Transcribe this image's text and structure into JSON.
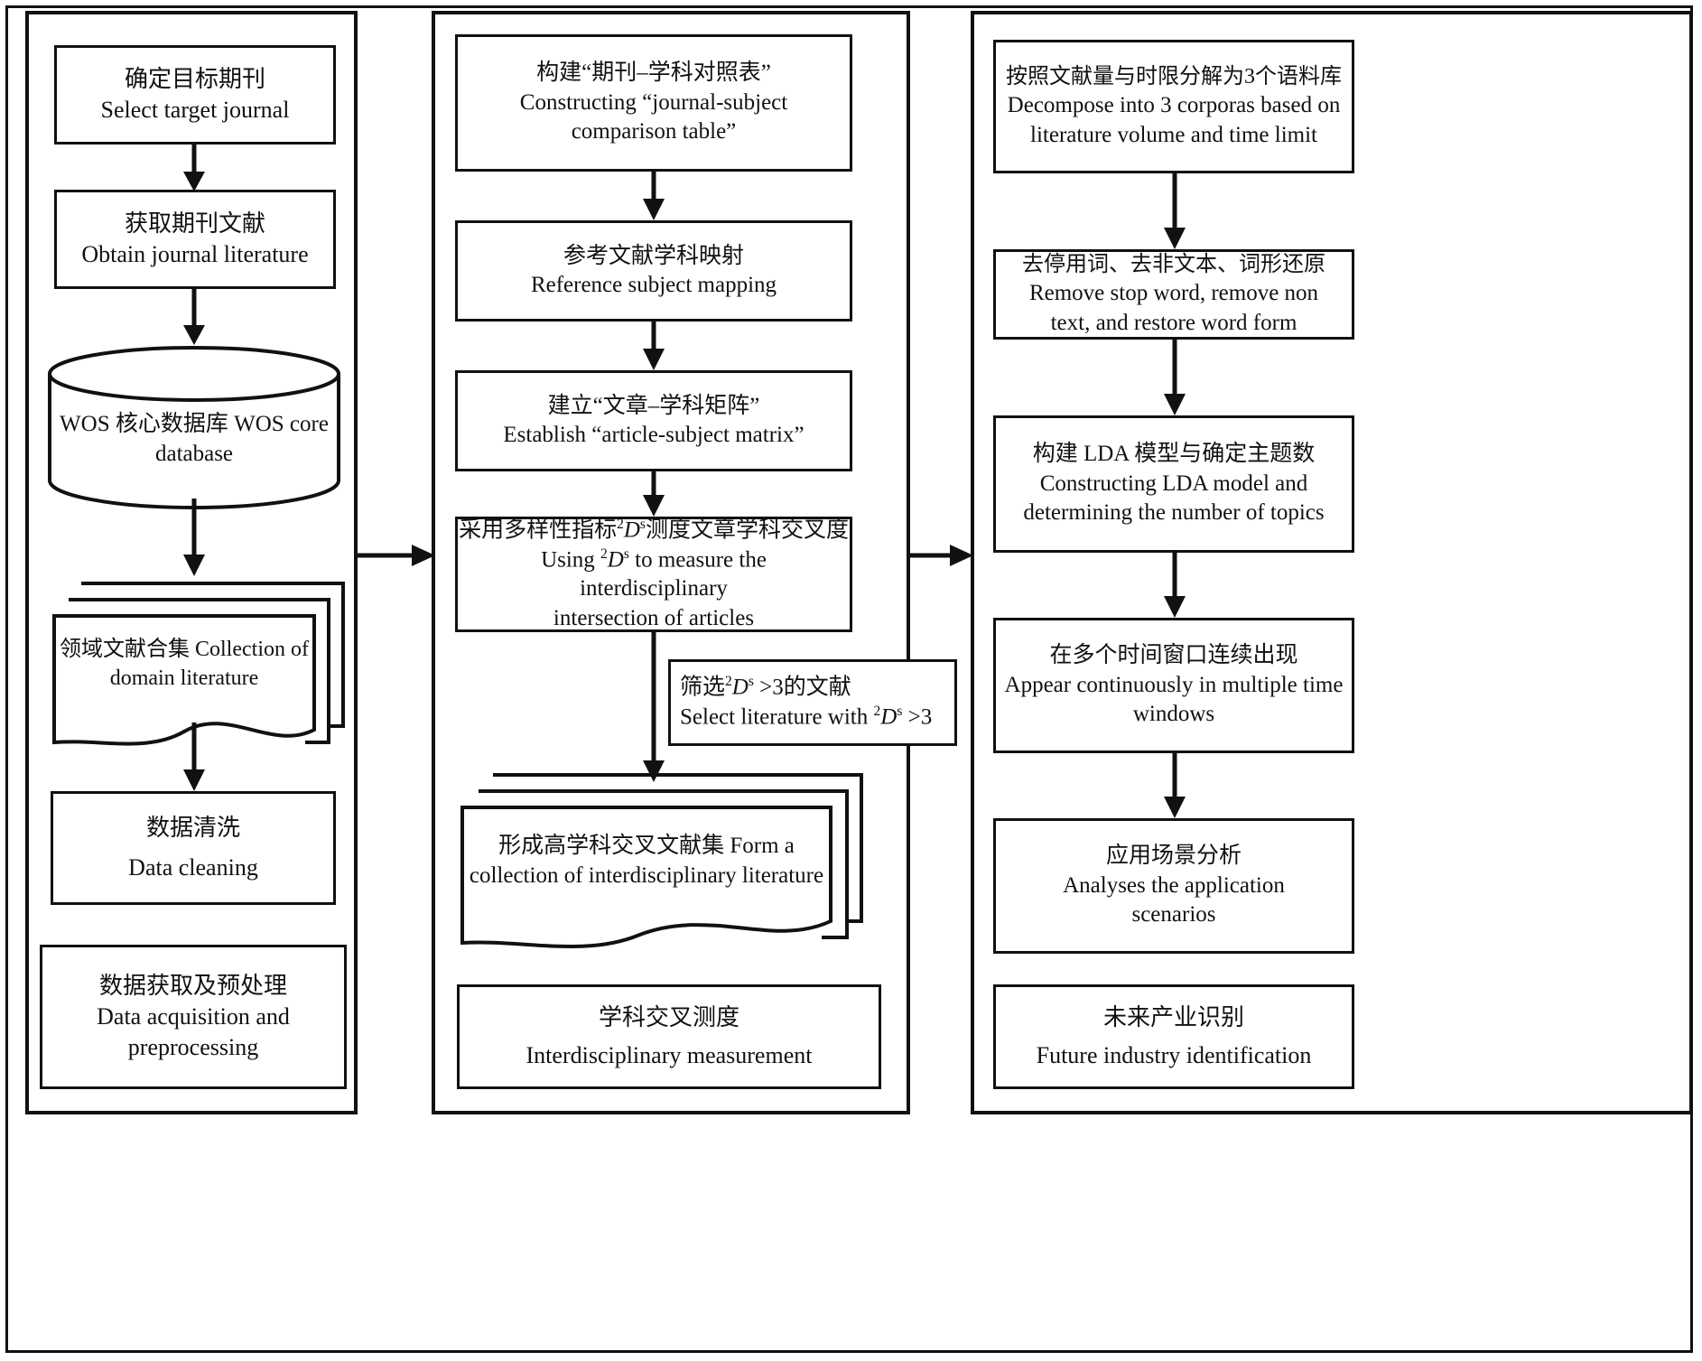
{
  "diagram": {
    "title": "Research framework flowchart",
    "columns": [
      {
        "id": "data-acquisition",
        "caption_cn": "数据获取及预处理",
        "caption_en_line1": "Data acquisition and",
        "caption_en_line2": "preprocessing",
        "nodes": [
          {
            "cn": "确定目标期刊",
            "en": "Select target journal"
          },
          {
            "cn": "获取期刊文献",
            "en": "Obtain journal literature"
          },
          {
            "cn": "WOS 核心数据库",
            "en": "WOS core database"
          },
          {
            "cn": "领域文献合集",
            "en_line1": "Collection of domain",
            "en_line2": "literature"
          },
          {
            "cn": "数据清洗",
            "en": "Data cleaning"
          }
        ]
      },
      {
        "id": "interdisciplinary-measurement",
        "caption_cn": "学科交叉测度",
        "caption_en": "Interdisciplinary measurement",
        "nodes": [
          {
            "cn": "构建“期刊–学科对照表”",
            "en_line1": "Constructing “journal-subject",
            "en_line2": "comparison table”"
          },
          {
            "cn": "参考文献学科映射",
            "en": "Reference subject mapping"
          },
          {
            "cn": "建立“文章–学科矩阵”",
            "en": "Establish “article-subject matrix”"
          },
          {
            "cn_a": "采用多样性指标",
            "cn_b": "测度文章学科交叉度",
            "en_a": "Using ",
            "en_b": " to measure the interdisciplinary",
            "en_c": "intersection of articles"
          },
          {
            "cn": "形成高学科交叉文献集",
            "en_line1": "Form a collection of",
            "en_line2": "interdisciplinary literature"
          }
        ],
        "callout": {
          "cn_a": "筛选",
          "cn_b": " >3的文献",
          "en_a": "Select literature with ",
          "en_b": " >3"
        }
      },
      {
        "id": "future-industry-identification",
        "caption_cn": "未来产业识别",
        "caption_en": "Future industry identification",
        "nodes": [
          {
            "cn": "按照文献量与时限分解为3个语料库",
            "en_line1": "Decompose into 3 corporas based on",
            "en_line2": "literature volume and time limit"
          },
          {
            "cn": "去停用词、去非文本、词形还原",
            "en_line1": "Remove stop word, remove non",
            "en_line2": "text, and restore word form"
          },
          {
            "cn": "构建 LDA 模型与确定主题数",
            "en_line1": "Constructing LDA model and",
            "en_line2": "determining the number of topics"
          },
          {
            "cn": "在多个时间窗口连续出现",
            "en_line1": "Appear continuously in multiple time",
            "en_line2": "windows"
          },
          {
            "cn": "应用场景分析",
            "en_line1": "Analyses the application",
            "en_line2": "scenarios"
          }
        ]
      }
    ],
    "math": {
      "sup_pre": "2",
      "symbol": "D",
      "sup_post": "s"
    },
    "colors": {
      "stroke": "#111111",
      "background": "#ffffff"
    }
  }
}
